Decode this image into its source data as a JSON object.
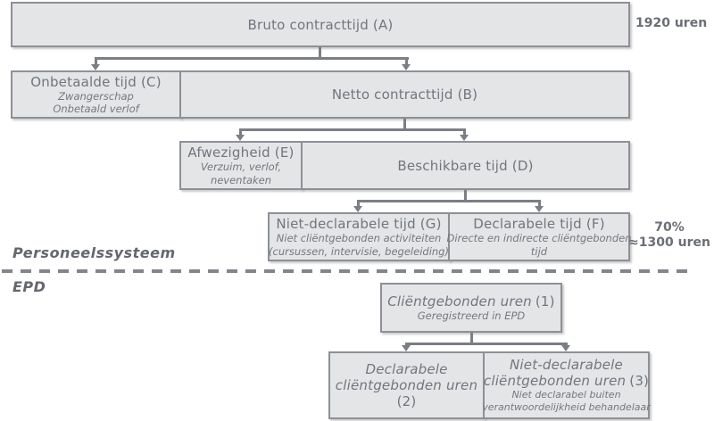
{
  "diagram": {
    "systems": {
      "top": "Personeelssysteem",
      "bottom": "EPD"
    },
    "annotations": {
      "total_hours": "1920 uren",
      "percent": "70%",
      "approx_hours": "≈1300 uren"
    },
    "boxes": {
      "A": {
        "title": "Bruto contracttijd (A)"
      },
      "C": {
        "title": "Onbetaalde tijd (C)",
        "subtitle": [
          "Zwangerschap",
          "Onbetaald verlof"
        ]
      },
      "B": {
        "title": "Netto contracttijd (B)"
      },
      "E": {
        "title": "Afwezigheid (E)",
        "subtitle": [
          "Verzuim, verlof,",
          "neventaken"
        ]
      },
      "D": {
        "title": "Beschikbare tijd (D)"
      },
      "G": {
        "title": "Niet-declarabele tijd (G)",
        "subtitle": [
          "Niet cliëntgebonden activiteiten",
          "(cursussen, intervisie, begeleiding)"
        ]
      },
      "F": {
        "title": "Declarabele tijd (F)",
        "subtitle": [
          "Directe en indirecte cliëntgebonden",
          "tijd"
        ]
      },
      "N1": {
        "title_main": "Cliëntgebonden uren",
        "title_num": "(1)",
        "subtitle": [
          "Geregistreerd in EPD"
        ]
      },
      "N2": {
        "title_lines": [
          "Declarabele",
          "cliëntgebonden uren"
        ],
        "title_num": "(2)"
      },
      "N3": {
        "title_lines": [
          "Niet-declarabele",
          "cliëntgebonden uren"
        ],
        "title_num": "(3)",
        "subtitle": [
          "Niet declarabel buiten",
          "verantwoordelijkheid behandelaar"
        ]
      }
    },
    "colors": {
      "box_fill": "#e4e5e7",
      "box_border": "#8e9096",
      "connector": "#7b7e85",
      "text": "#72757d",
      "divider": "#83858b"
    }
  }
}
